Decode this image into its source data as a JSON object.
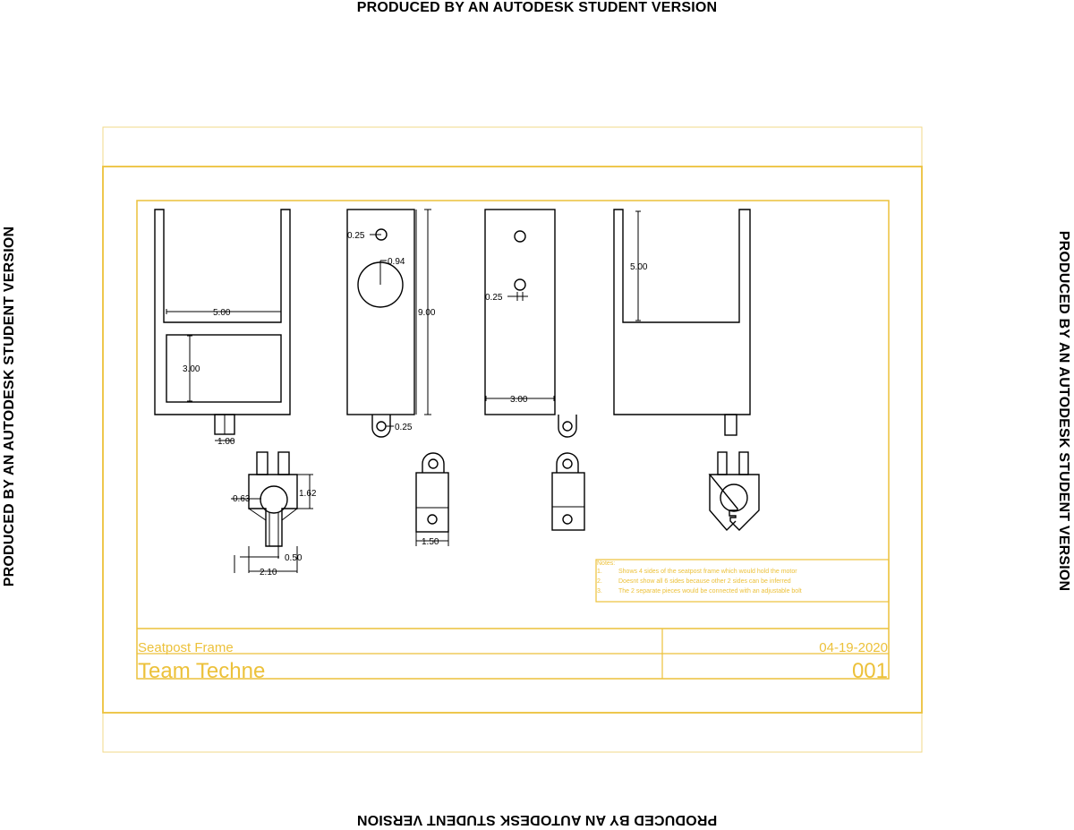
{
  "watermark": "PRODUCED BY AN AUTODESK STUDENT VERSION",
  "colors": {
    "frame": "#ecc13a",
    "frame_light": "#f2d98a",
    "lines": "#000000"
  },
  "dimensions": {
    "v1_width": "5.00",
    "v1_height": "3.00",
    "v1_tab": "1.00",
    "v2_hole_small": "0.25",
    "v2_hole_large": "0.94",
    "v2_height": "9.00",
    "v2_tab_hole": "0.25",
    "v3_hole": "0.25",
    "v3_width": "3.00",
    "v4_height": "5.00",
    "d1_hole": "0.63",
    "d1_height": "1.62",
    "d1_slot": "0.50",
    "d1_width": "2.10",
    "d2_width": "1.50"
  },
  "notes": {
    "heading": "Notes:",
    "items": [
      {
        "num": "1.",
        "text": "Shows 4 sides of the seatpost frame which would hold the motor"
      },
      {
        "num": "2.",
        "text": "Doesnt show all 6 sides because other 2 sides can be inferred"
      },
      {
        "num": "3.",
        "text": "The 2 separate pieces would be connected with an adjustable bolt"
      }
    ]
  },
  "title_block": {
    "title": "Seatpost Frame",
    "team": "Team Techne",
    "date": "04-19-2020",
    "number": "001"
  }
}
